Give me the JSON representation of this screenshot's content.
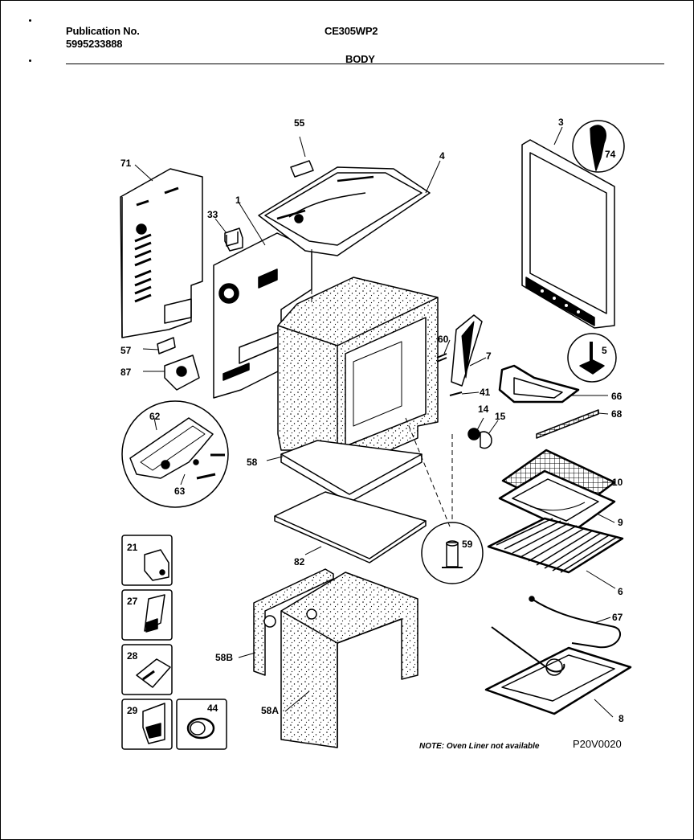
{
  "header": {
    "publication_label": "Publication No.",
    "publication_number": "5995233888",
    "model": "CE305WP2",
    "section": "BODY"
  },
  "callouts": {
    "c71": "71",
    "c33": "33",
    "c1": "1",
    "c55": "55",
    "c4": "4",
    "c3": "3",
    "c74": "74",
    "c57": "57",
    "c87": "87",
    "c60": "60",
    "c7": "7",
    "c5": "5",
    "c41": "41",
    "c66": "66",
    "c68": "68",
    "c14": "14",
    "c15": "15",
    "c62": "62",
    "c63": "63",
    "c58": "58",
    "c10": "10",
    "c9": "9",
    "c59": "59",
    "c6": "6",
    "c82": "82",
    "c21": "21",
    "c27": "27",
    "c67": "67",
    "c58B": "58B",
    "c28": "28",
    "c8": "8",
    "c58A": "58A",
    "c29": "29",
    "c44": "44"
  },
  "footer": {
    "note": "NOTE: Oven Liner not available",
    "figure_code": "P20V0020"
  }
}
